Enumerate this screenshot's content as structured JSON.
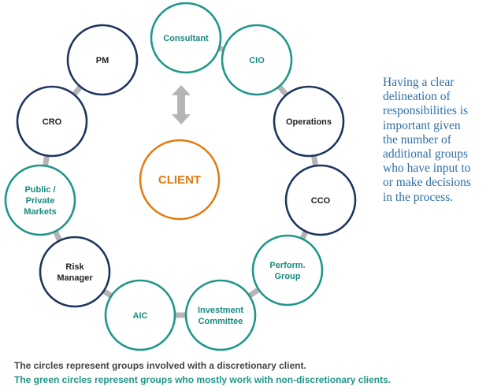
{
  "center": {
    "label": "CLIENT",
    "color": "#e07b10"
  },
  "colors": {
    "discretionary": "#1e3560",
    "non_discretionary": "#1f9688",
    "connector": "#b5b5b5",
    "arrow": "#b5b5b5"
  },
  "nodes": [
    {
      "id": "consultant",
      "lines": [
        "Consultant"
      ],
      "group": "green"
    },
    {
      "id": "cio",
      "lines": [
        "CIO"
      ],
      "group": "green"
    },
    {
      "id": "operations",
      "lines": [
        "Operations"
      ],
      "group": "navy"
    },
    {
      "id": "cco",
      "lines": [
        "CCO"
      ],
      "group": "navy"
    },
    {
      "id": "perform-group",
      "lines": [
        "Perform.",
        "Group"
      ],
      "group": "green"
    },
    {
      "id": "investment-committee",
      "lines": [
        "Investment",
        "Committee"
      ],
      "group": "green"
    },
    {
      "id": "aic",
      "lines": [
        "AIC"
      ],
      "group": "green"
    },
    {
      "id": "risk-manager",
      "lines": [
        "Risk",
        "Manager"
      ],
      "group": "navy"
    },
    {
      "id": "public-private-markets",
      "lines": [
        "Public /",
        "Private",
        "Markets"
      ],
      "group": "green"
    },
    {
      "id": "cro",
      "lines": [
        "CRO"
      ],
      "group": "navy"
    },
    {
      "id": "pm",
      "lines": [
        "PM"
      ],
      "group": "navy"
    }
  ],
  "side_note": {
    "lines": [
      "Having a clear",
      "delineation of",
      "responsibilities is",
      "important given",
      "the number of",
      "additional groups",
      "who have input to",
      "or make decisions",
      "in the process."
    ],
    "color": "#2f6fa6"
  },
  "caption": {
    "line1": "The circles represent groups involved with a discretionary client.",
    "line2": "The green circles represent groups who mostly work with non-discretionary clients.",
    "line1_color": "#444444",
    "line2_color": "#1f9688"
  }
}
